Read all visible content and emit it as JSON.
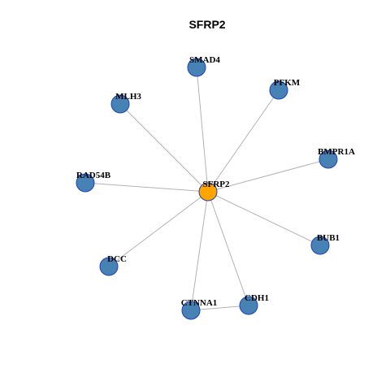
{
  "title": "SFRP2",
  "colors": {
    "hub": "#ffa500",
    "node": "#4682b4",
    "node_border": "#1f3fbf",
    "edge": "#b3b3b3"
  },
  "network": {
    "hub": "SFRP2",
    "nodes": [
      {
        "id": "SFRP2",
        "role": "hub"
      },
      {
        "id": "SMAD4",
        "role": "neighbor"
      },
      {
        "id": "PFKM",
        "role": "neighbor"
      },
      {
        "id": "MLH3",
        "role": "neighbor"
      },
      {
        "id": "BMPR1A",
        "role": "neighbor"
      },
      {
        "id": "RAD54B",
        "role": "neighbor"
      },
      {
        "id": "BUB1",
        "role": "neighbor"
      },
      {
        "id": "DCC",
        "role": "neighbor"
      },
      {
        "id": "CDH1",
        "role": "neighbor"
      },
      {
        "id": "CTNNA1",
        "role": "neighbor"
      }
    ],
    "edges": [
      [
        "SFRP2",
        "SMAD4"
      ],
      [
        "SFRP2",
        "PFKM"
      ],
      [
        "SFRP2",
        "MLH3"
      ],
      [
        "SFRP2",
        "BMPR1A"
      ],
      [
        "SFRP2",
        "RAD54B"
      ],
      [
        "SFRP2",
        "BUB1"
      ],
      [
        "SFRP2",
        "DCC"
      ],
      [
        "SFRP2",
        "CDH1"
      ],
      [
        "SFRP2",
        "CTNNA1"
      ],
      [
        "CTNNA1",
        "CDH1"
      ]
    ]
  }
}
